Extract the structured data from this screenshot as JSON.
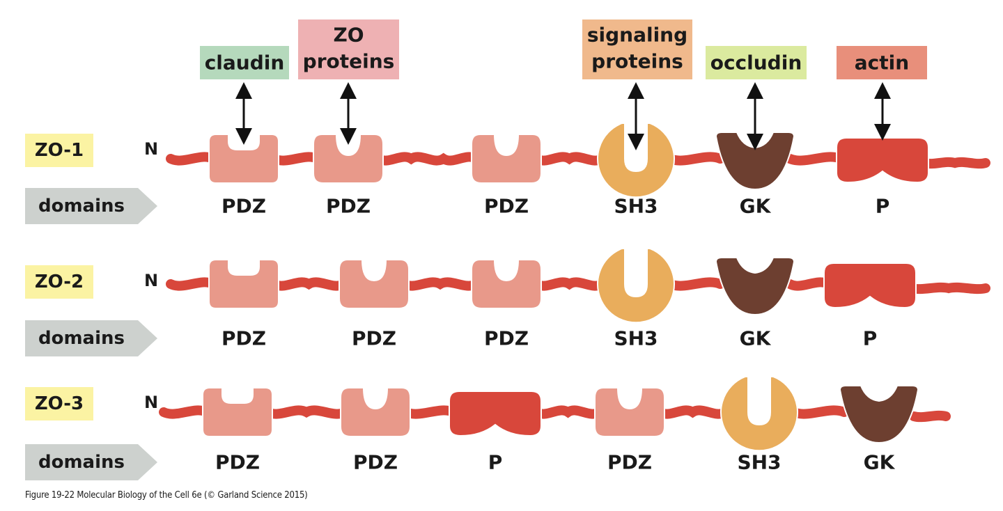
{
  "colors": {
    "chain": "#d8473b",
    "pdz": "#e8998a",
    "sh3": "#e9ad5c",
    "gk": "#6d3f30",
    "p": "#d8473b",
    "protein_tag": "#fbf3a3",
    "domains_tag": "#cdd1ce",
    "claudin_box": "#b5d9bc",
    "zo_box": "#eeb1b3",
    "signaling_box": "#f0b98c",
    "occludin_box": "#dbea9f",
    "actin_box": "#e88f7b"
  },
  "binding_partners": [
    {
      "lines": [
        "claudin"
      ],
      "color_key": "claudin_box"
    },
    {
      "lines": [
        "ZO",
        "proteins"
      ],
      "color_key": "zo_box"
    },
    {
      "lines": [
        "signaling",
        "proteins"
      ],
      "color_key": "signaling_box"
    },
    {
      "lines": [
        "occludin"
      ],
      "color_key": "occludin_box"
    },
    {
      "lines": [
        "actin"
      ],
      "color_key": "actin_box"
    }
  ],
  "rows": [
    {
      "protein": "ZO-1",
      "terminus": "N",
      "tag": "domains",
      "domains": [
        "PDZ",
        "PDZ",
        "PDZ",
        "SH3",
        "GK",
        "P"
      ]
    },
    {
      "protein": "ZO-2",
      "terminus": "N",
      "tag": "domains",
      "domains": [
        "PDZ",
        "PDZ",
        "PDZ",
        "SH3",
        "GK",
        "P"
      ]
    },
    {
      "protein": "ZO-3",
      "terminus": "N",
      "tag": "domains",
      "domains": [
        "PDZ",
        "PDZ",
        "P",
        "PDZ",
        "SH3",
        "GK"
      ]
    }
  ],
  "caption": "Figure 19-22  Molecular Biology of the Cell 6e (© Garland Science 2015)"
}
